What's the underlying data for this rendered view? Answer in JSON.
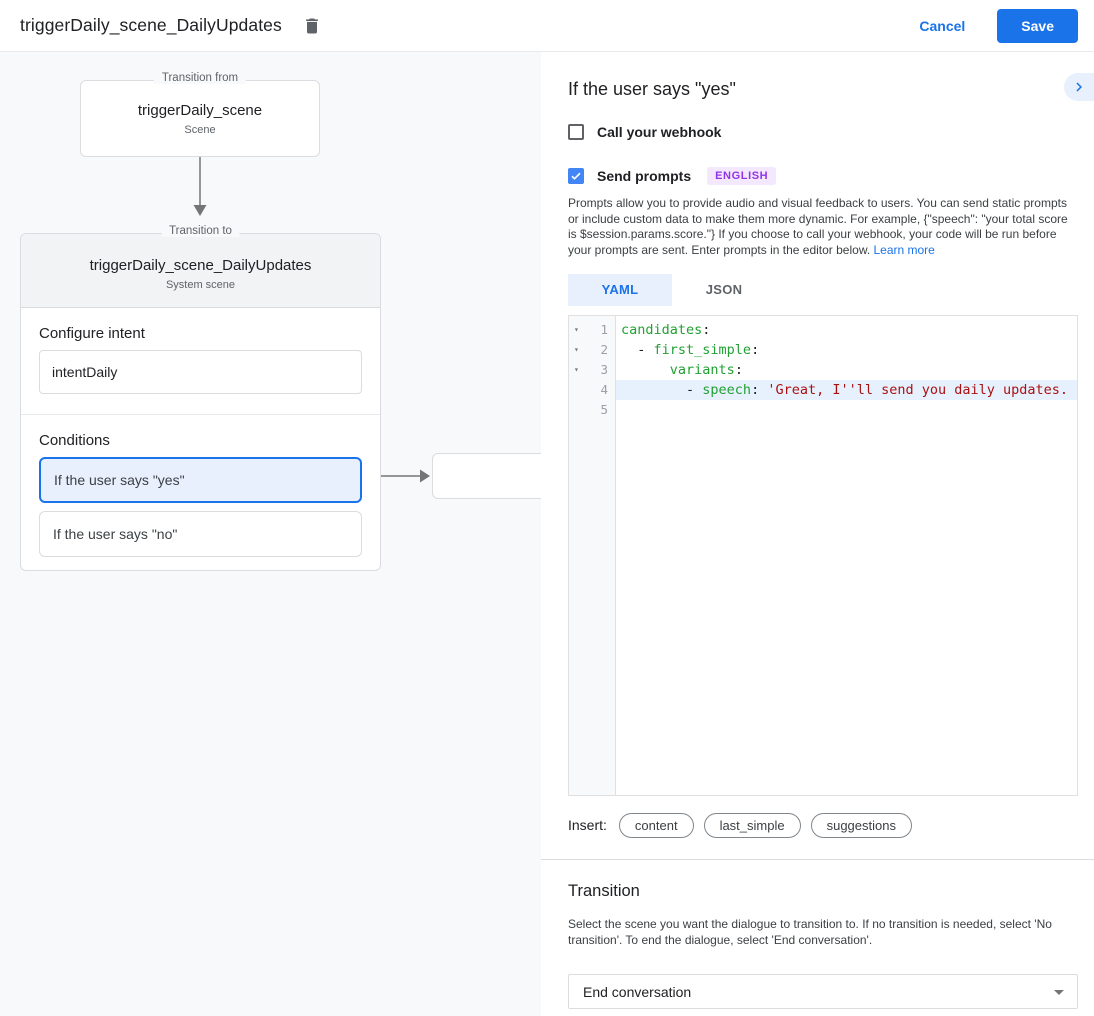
{
  "header": {
    "title": "triggerDaily_scene_DailyUpdates",
    "cancel_label": "Cancel",
    "save_label": "Save"
  },
  "diagram": {
    "from_box": {
      "legend": "Transition from",
      "title": "triggerDaily_scene",
      "subtitle": "Scene"
    },
    "to_box": {
      "legend": "Transition to",
      "title": "triggerDaily_scene_DailyUpdates",
      "subtitle": "System scene",
      "configure_intent_label": "Configure intent",
      "intent_value": "intentDaily",
      "conditions_label": "Conditions",
      "conditions": [
        {
          "label": "If the user says \"yes\"",
          "selected": true
        },
        {
          "label": "If the user says \"no\"",
          "selected": false
        }
      ]
    }
  },
  "panel": {
    "title": "If the user says \"yes\"",
    "webhook_checkbox": {
      "label": "Call your webhook",
      "checked": false
    },
    "prompts_checkbox": {
      "label": "Send prompts",
      "checked": true,
      "badge": "ENGLISH"
    },
    "description": "Prompts allow you to provide audio and visual feedback to users. You can send static prompts or include custom data to make them more dynamic. For example, {\"speech\": \"your total score is $session.params.score.\"} If you choose to call your webhook, your code will be run before your prompts are sent. Enter prompts in the editor below. ",
    "learn_more": "Learn more",
    "tabs": [
      {
        "label": "YAML",
        "selected": true
      },
      {
        "label": "JSON",
        "selected": false
      }
    ],
    "editor": {
      "lines": [
        {
          "number": 1,
          "fold": true,
          "active": false,
          "segments": [
            {
              "text": "candidates",
              "type": "key"
            },
            {
              "text": ":",
              "type": "plain"
            }
          ]
        },
        {
          "number": 2,
          "fold": true,
          "active": false,
          "segments": [
            {
              "text": "  - ",
              "type": "plain"
            },
            {
              "text": "first_simple",
              "type": "key"
            },
            {
              "text": ":",
              "type": "plain"
            }
          ]
        },
        {
          "number": 3,
          "fold": true,
          "active": false,
          "segments": [
            {
              "text": "      ",
              "type": "plain"
            },
            {
              "text": "variants",
              "type": "key"
            },
            {
              "text": ":",
              "type": "plain"
            }
          ]
        },
        {
          "number": 4,
          "fold": false,
          "active": true,
          "segments": [
            {
              "text": "        - ",
              "type": "plain"
            },
            {
              "text": "speech",
              "type": "key"
            },
            {
              "text": ": ",
              "type": "plain"
            },
            {
              "text": "'Great, I''ll send you daily updates.",
              "type": "string"
            }
          ]
        },
        {
          "number": 5,
          "fold": false,
          "active": false,
          "segments": []
        }
      ]
    },
    "insert": {
      "label": "Insert:",
      "chips": [
        "content",
        "last_simple",
        "suggestions"
      ]
    },
    "transition": {
      "heading": "Transition",
      "description": "Select the scene you want the dialogue to transition to. If no transition is needed, select 'No transition'. To end the dialogue, select 'End conversation'.",
      "selected_value": "End conversation"
    }
  },
  "colors": {
    "accent_blue": "#1a73e8",
    "checkbox_blue": "#4285f4",
    "selected_condition_bg": "#e8f0fe",
    "badge_bg": "#f3e8fd",
    "badge_text": "#9334e6",
    "code_key_green": "#22a033",
    "code_string_red": "#aa1111",
    "active_line_bg": "#e7f0fd",
    "canvas_bg": "#f8f9fa"
  }
}
